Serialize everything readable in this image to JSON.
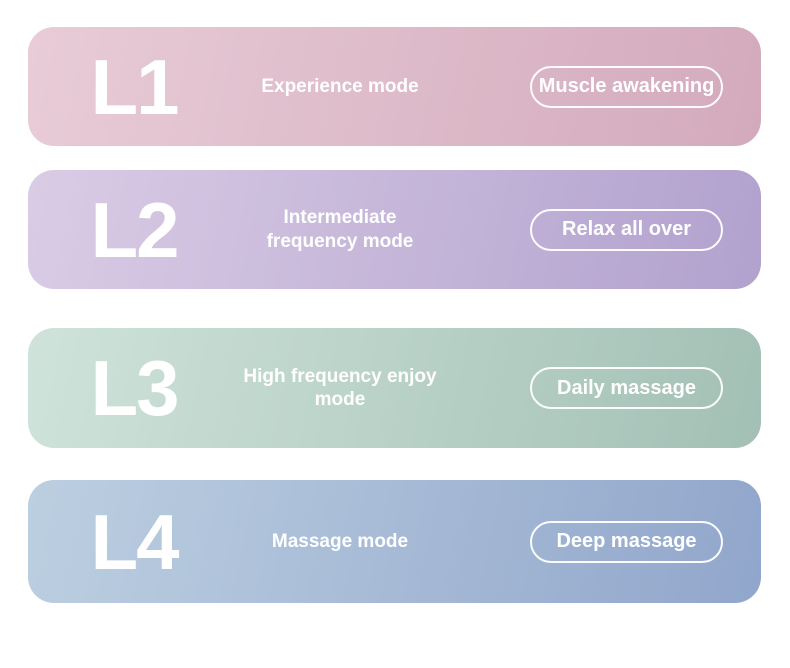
{
  "canvas": {
    "background_color": "#ffffff",
    "text_color": "#ffffff"
  },
  "modes": [
    {
      "level": "L1",
      "name": "Experience mode",
      "tag": "Muscle awakening",
      "gradient_start": "#e8ccd7",
      "gradient_end": "#d3aabc"
    },
    {
      "level": "L2",
      "name": "Intermediate\nfrequency mode",
      "tag": "Relax all over",
      "gradient_start": "#dacce5",
      "gradient_end": "#b1a1ce"
    },
    {
      "level": "L3",
      "name": "High frequency enjoy\nmode",
      "tag": "Daily massage",
      "gradient_start": "#cfe3da",
      "gradient_end": "#a3c0b5"
    },
    {
      "level": "L4",
      "name": "Massage mode",
      "tag": "Deep massage",
      "gradient_start": "#bccfe1",
      "gradient_end": "#91a6cb"
    }
  ]
}
